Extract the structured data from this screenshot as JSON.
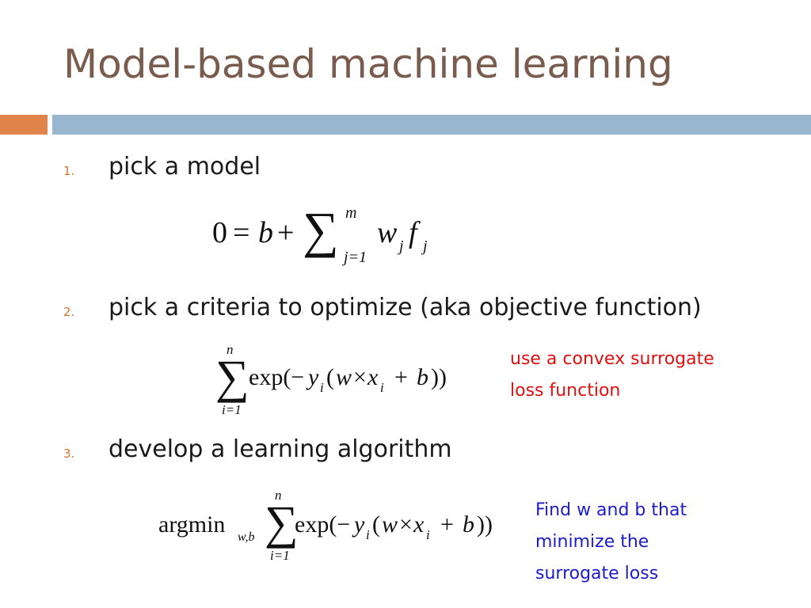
{
  "slide": {
    "title": "Model-based machine learning",
    "accent_colors": {
      "title": "#7a5c4f",
      "orange_bar": "#e0844c",
      "blue_bar": "#99b6cf",
      "numbers": "#d9702f"
    }
  },
  "steps": [
    {
      "number": "1.",
      "label": "pick a model"
    },
    {
      "number": "2.",
      "label": "pick a criteria to optimize (aka objective function)"
    },
    {
      "number": "3.",
      "label": "develop a learning algorithm"
    }
  ],
  "equations": {
    "model": {
      "lhs": "0",
      "eq": "=",
      "b": "b",
      "plus": "+",
      "sigma": "∑",
      "upper": "m",
      "lower": "j=1",
      "w": "w",
      "w_sub": "j",
      "f": "f",
      "f_sub": "j"
    },
    "objective": {
      "sigma": "∑",
      "upper": "n",
      "lower": "i=1",
      "exp_open": "exp(−",
      "y": "y",
      "y_sub": "i",
      "paren": "(",
      "w": "w",
      "times": "×",
      "x": "x",
      "x_sub": "i",
      "plus": "+",
      "b": "b",
      "close": "))"
    },
    "learning": {
      "argmin": "argmin",
      "argmin_sub": "w,b",
      "sigma": "∑",
      "upper": "n",
      "lower": "i=1",
      "exp_open": "exp(−",
      "y": "y",
      "y_sub": "i",
      "paren": "(",
      "w": "w",
      "times": "×",
      "x": "x",
      "x_sub": "i",
      "plus": "+",
      "b": "b",
      "close": "))"
    }
  },
  "notes": {
    "surrogate": {
      "lines": [
        "use a convex surrogate",
        "loss function"
      ],
      "color": "#e01010"
    },
    "find": {
      "lines": [
        "Find w and b that",
        "minimize the",
        "surrogate loss"
      ],
      "color": "#1c1ccc"
    }
  }
}
